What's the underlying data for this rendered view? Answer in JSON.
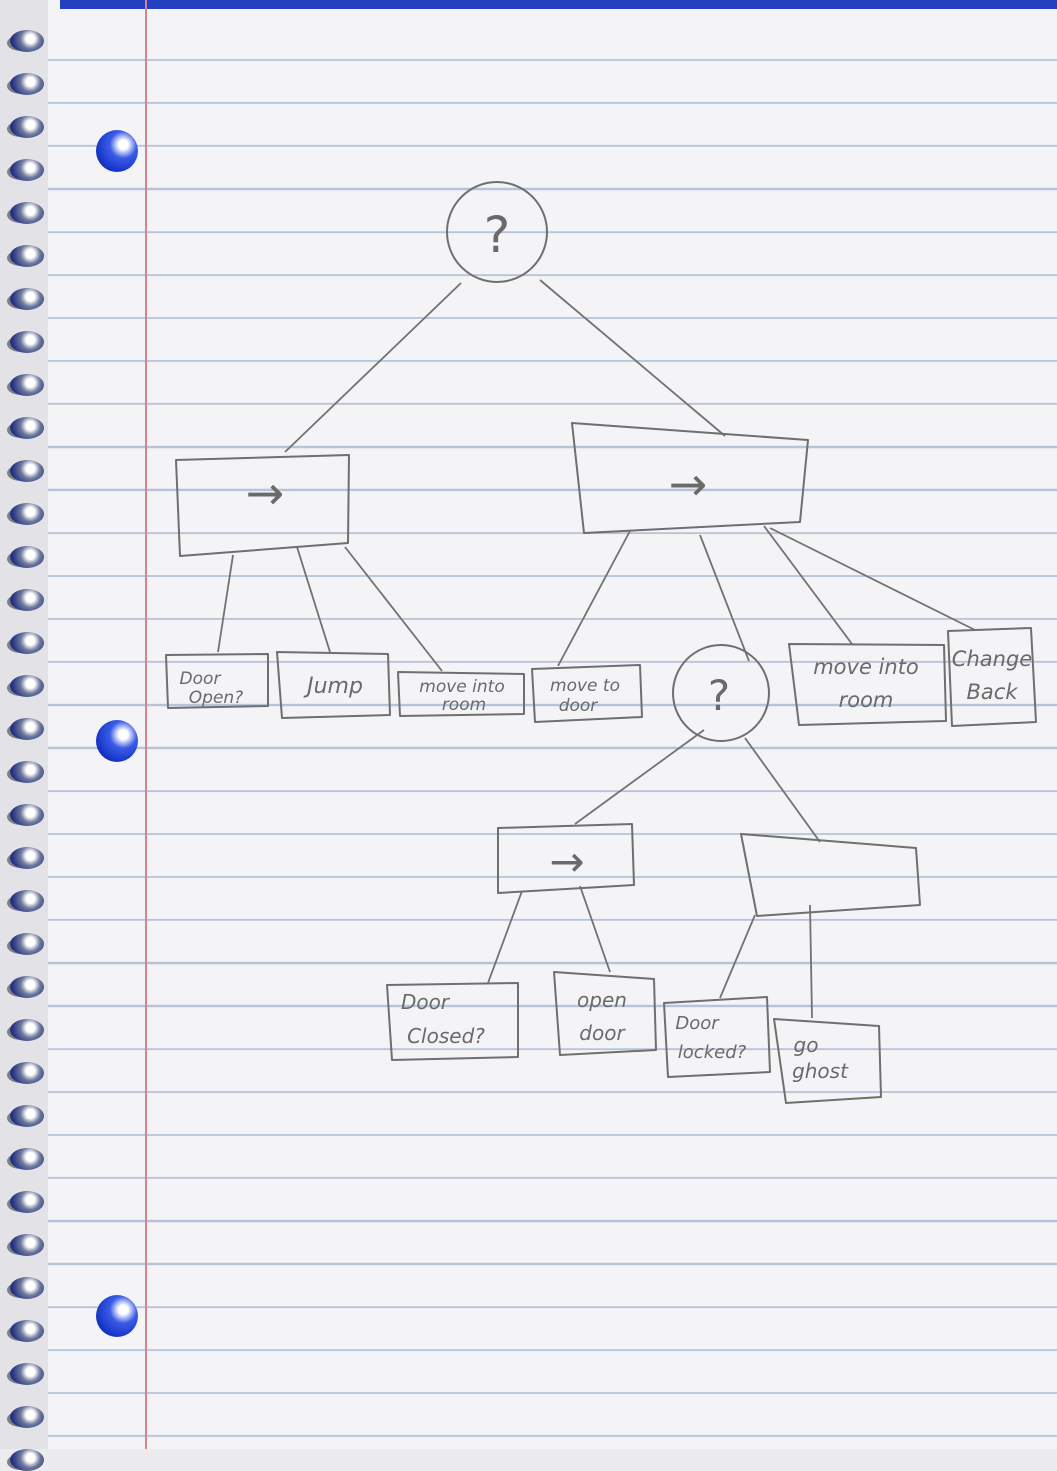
{
  "paper": {
    "rule_color": "#b7c3d8",
    "margin_color": "#d7838f",
    "ink_color": "#6f6f6f",
    "hole_color": "#1535c9"
  },
  "diagram": {
    "root": {
      "symbol": "?"
    },
    "sequence_left": {
      "symbol": "→"
    },
    "sequence_right": {
      "symbol": "→"
    },
    "selector_mid": {
      "symbol": "?"
    },
    "sequence_low": {
      "symbol": "→"
    },
    "leaves": {
      "door_open": [
        "Door",
        "Open?"
      ],
      "jump": [
        "Jump"
      ],
      "move_into_room_1": [
        "move into",
        "room"
      ],
      "move_to_door": [
        "move to",
        "door"
      ],
      "move_into_room_2": [
        "move into",
        "room"
      ],
      "change_back": [
        "Change",
        "Back"
      ],
      "door_closed": [
        "Door",
        "Closed?"
      ],
      "open_door": [
        "open",
        "door"
      ],
      "door_locked": [
        "Door",
        "locked?"
      ],
      "go_ghost": [
        "go",
        "ghost"
      ]
    }
  }
}
